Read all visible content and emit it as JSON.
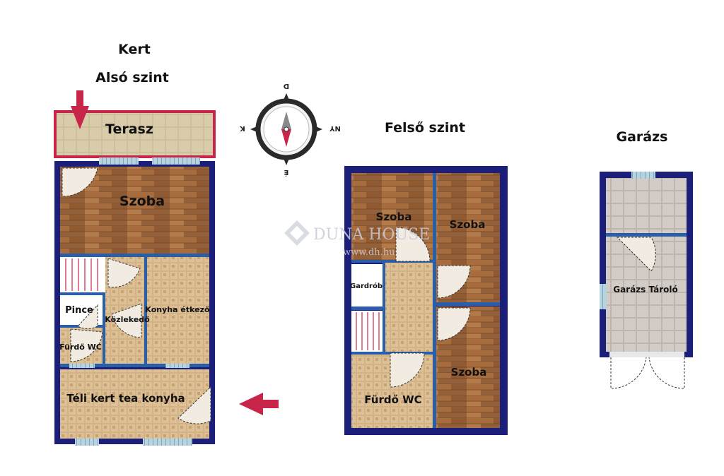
{
  "labels": {
    "kert": "Kert",
    "also_szint": "Alsó szint",
    "felso_szint": "Felső szint",
    "garazs": "Garázs"
  },
  "rooms": {
    "terasz": "Terasz",
    "szoba_lower": "Szoba",
    "pince": "Pince",
    "kozlekedo": "Közlekedő",
    "konyha_etkezo": "Konyha étkező",
    "furdo_wc_lower": "Fürdő WC",
    "teli_kert": "Téli kert tea konyha",
    "szoba_upper_left": "Szoba",
    "szoba_upper_right": "Szoba",
    "gardrob": "Gardrób",
    "szoba_upper_bottom": "Szoba",
    "furdo_wc_upper": "Fürdő WC",
    "garazs_tarolo": "Garázs Tároló"
  },
  "compass": {
    "north": "D",
    "south": "É",
    "east": "NY",
    "west": "K"
  },
  "watermark": {
    "brand": "DUNA HOUSE",
    "url": "www.dh.hu"
  },
  "colors": {
    "wall": "#1c1f7a",
    "accent": "#c8254a",
    "wood": "#9a6236",
    "tile": "#d8b98c",
    "garage_tile": "#d2cbc6"
  }
}
